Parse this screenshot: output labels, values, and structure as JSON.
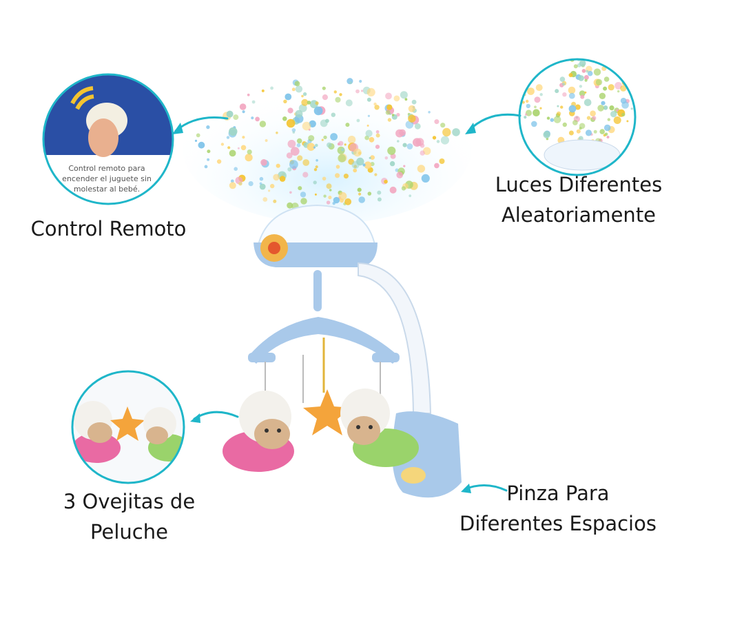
{
  "features": {
    "remote": {
      "lines": [
        "Control Remoto"
      ]
    },
    "lights": {
      "lines": [
        "Luces Diferentes",
        "Aleatoriamente"
      ]
    },
    "sheep": {
      "lines": [
        "3 Ovejitas de",
        "Peluche"
      ]
    },
    "clamp": {
      "lines": [
        "Pinza Para",
        "Diferentes Espacios"
      ]
    }
  },
  "inset_remote_text": [
    "Control remoto para",
    "encender el juguete sin",
    "molestar al bebé."
  ],
  "colors": {
    "accent": "#1fb6c9",
    "toy_blue": "#9fc3e8",
    "sheep_pink": "#e96aa3",
    "sheep_green": "#9ad36b",
    "star_orange": "#f4a43b"
  }
}
